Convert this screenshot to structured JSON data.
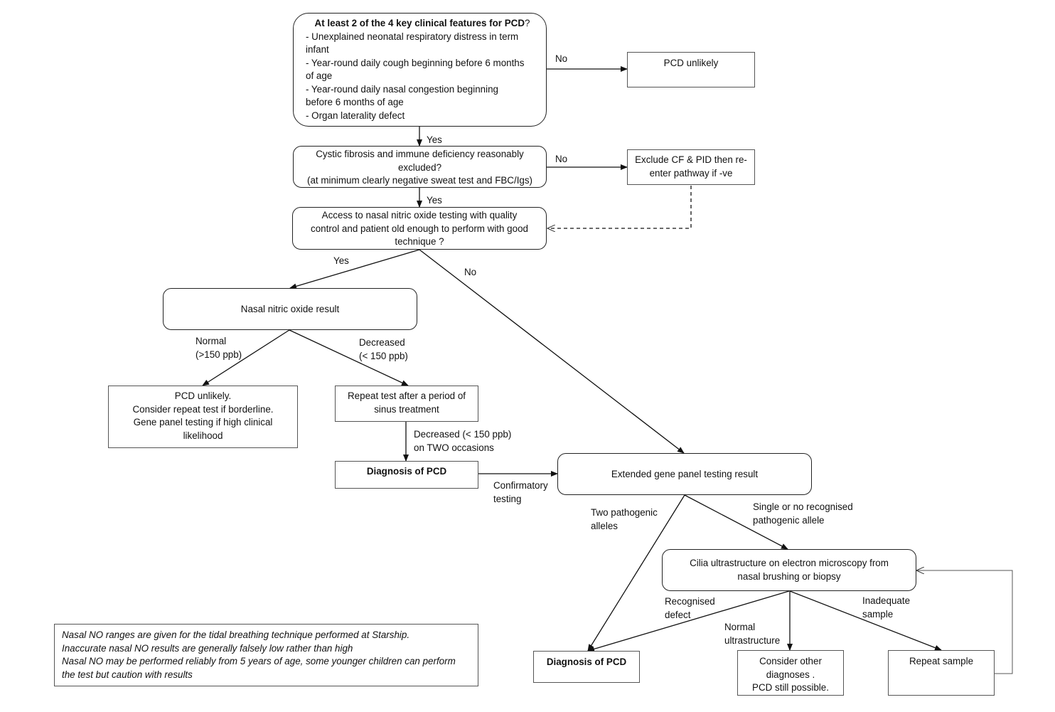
{
  "boxes": {
    "key_features": {
      "title_bold": "At least 2 of the 4 key clinical features for PCD",
      "title_tail": "?",
      "lines": [
        "- Unexplained neonatal respiratory distress in term",
        "infant",
        "- Year-round daily cough beginning before 6 months",
        "of age",
        "- Year-round daily nasal congestion beginning",
        "before 6 months of age",
        "- Organ laterality defect"
      ]
    },
    "pcd_unlikely_top": {
      "text": "PCD unlikely"
    },
    "cf_excluded": {
      "lines": [
        "Cystic fibrosis  and immune deficiency reasonably",
        "excluded?",
        "(at minimum clearly negative sweat test and FBC/Igs)"
      ]
    },
    "exclude_cf": {
      "lines": [
        "Exclude CF & PID then re-",
        "enter pathway if -ve"
      ]
    },
    "nno_access": {
      "lines": [
        "Access to nasal nitric oxide testing with quality",
        "control and patient old enough to perform with good",
        "technique ?"
      ]
    },
    "nno_result": {
      "text": "Nasal nitric oxide result"
    },
    "pcd_unlikely_consider": {
      "lines": [
        "PCD unlikely.",
        "Consider repeat test if borderline.",
        "Gene panel testing if high clinical",
        "likelihood"
      ]
    },
    "repeat_test": {
      "lines": [
        "Repeat test after a period of",
        "sinus treatment"
      ]
    },
    "diagnosis_mid": {
      "text": "Diagnosis of PCD"
    },
    "gene_panel": {
      "text": "Extended gene panel testing result"
    },
    "cilia": {
      "lines": [
        "Cilia ultrastructure on electron microscopy from",
        "nasal brushing or biopsy"
      ]
    },
    "diagnosis_bottom": {
      "text": "Diagnosis of PCD"
    },
    "consider_other": {
      "lines": [
        "Consider other",
        "diagnoses .",
        "PCD still possible."
      ]
    },
    "repeat_sample": {
      "text": "Repeat sample"
    }
  },
  "labels": {
    "no_1": "No",
    "yes_1": "Yes",
    "no_2": "No",
    "yes_2": "Yes",
    "yes_3": "Yes",
    "no_3": "No",
    "normal": [
      "Normal",
      "(>150 ppb)"
    ],
    "decreased": [
      "Decreased",
      "(< 150 ppb)"
    ],
    "decreased_two": [
      "Decreased (< 150 ppb)",
      "on TWO occasions"
    ],
    "confirmatory": [
      "Confirmatory",
      "testing"
    ],
    "two_alleles": [
      "Two pathogenic",
      "alleles"
    ],
    "single_allele": [
      "Single or no recognised",
      "pathogenic allele"
    ],
    "recognised_defect": [
      "Recognised",
      "defect"
    ],
    "normal_ultra": [
      "Normal",
      "ultrastructure"
    ],
    "inadequate": [
      "Inadequate",
      "sample"
    ]
  },
  "note": {
    "lines": [
      "Nasal NO ranges are given for the tidal breathing technique performed at Starship.",
      "Inaccurate nasal NO results are generally falsely low rather than high",
      "Nasal NO may be performed reliably from 5 years of age, some younger children can perform",
      "the test but caution with results"
    ]
  }
}
